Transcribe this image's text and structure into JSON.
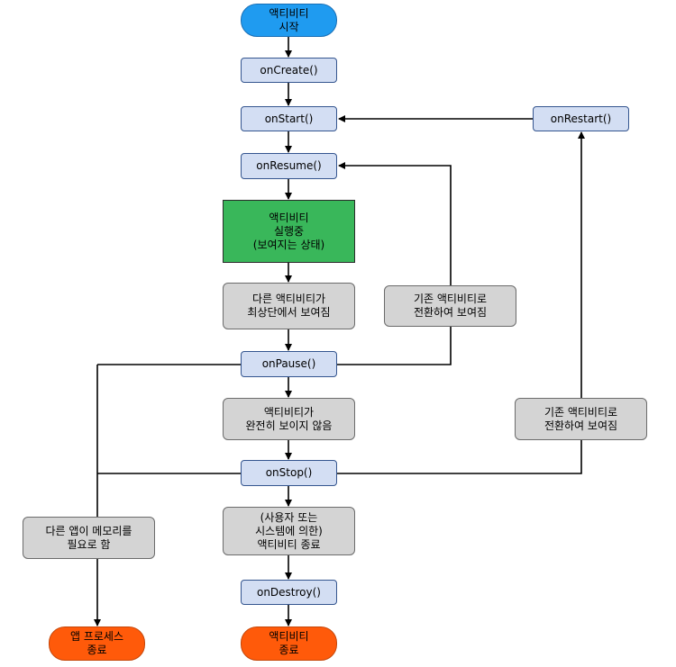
{
  "nodes": {
    "start": [
      "액티비티",
      "시작"
    ],
    "on_create": [
      "onCreate()"
    ],
    "on_start": [
      "onStart()"
    ],
    "on_restart": [
      "onRestart()"
    ],
    "on_resume": [
      "onResume()"
    ],
    "running": [
      "액티비티",
      "실행중",
      "(보여지는 상태)"
    ],
    "other_top": [
      "다른 액티비티가",
      "최상단에서 보여짐"
    ],
    "back_to_existing_1": [
      "기존 액티비티로",
      "전환하여 보여짐"
    ],
    "on_pause": [
      "onPause()"
    ],
    "not_visible": [
      "액티비티가",
      "완전히 보이지 않음"
    ],
    "back_to_existing_2": [
      "기존 액티비티로",
      "전환하여 보여짐"
    ],
    "on_stop": [
      "onStop()"
    ],
    "low_memory": [
      "다른 앱이 메모리를",
      "필요로 함"
    ],
    "finished": [
      "(사용자 또는",
      "시스템에 의한)",
      "액티비티 종료"
    ],
    "on_destroy": [
      "onDestroy()"
    ],
    "process_killed": [
      "앱 프로세스",
      "종료"
    ],
    "end": [
      "액티비티",
      "종료"
    ]
  },
  "colors": {
    "start_fill": "#1f9bf0",
    "method_fill": "#d3def3",
    "running_fill": "#39b75a",
    "condition_fill": "#d4d4d4",
    "end_fill": "#ff5a0a",
    "line": "#000000"
  }
}
